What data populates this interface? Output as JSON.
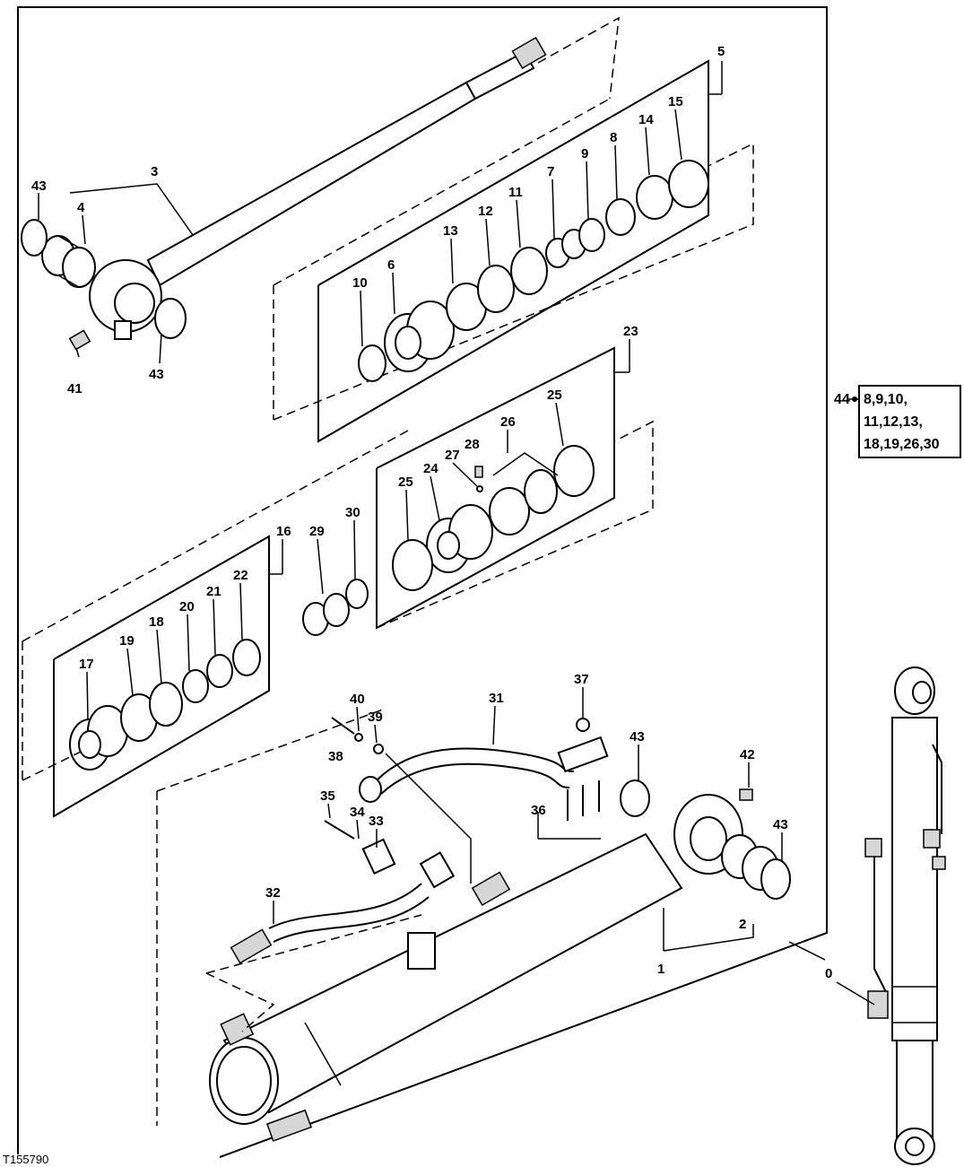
{
  "figure_id": "T155790",
  "part_labels": [
    "0",
    "1",
    "2",
    "3",
    "4",
    "5",
    "6",
    "7",
    "8",
    "9",
    "10",
    "11",
    "12",
    "13",
    "14",
    "15",
    "16",
    "17",
    "18",
    "19",
    "20",
    "21",
    "22",
    "23",
    "24",
    "25",
    "26",
    "27",
    "28",
    "29",
    "30",
    "31",
    "32",
    "33",
    "34",
    "35",
    "36",
    "37",
    "38",
    "39",
    "40",
    "41",
    "42",
    "43",
    "44"
  ],
  "kit": {
    "number": "44",
    "lines": [
      "8,9,10,",
      "11,12,13,",
      "18,19,26,30"
    ]
  }
}
